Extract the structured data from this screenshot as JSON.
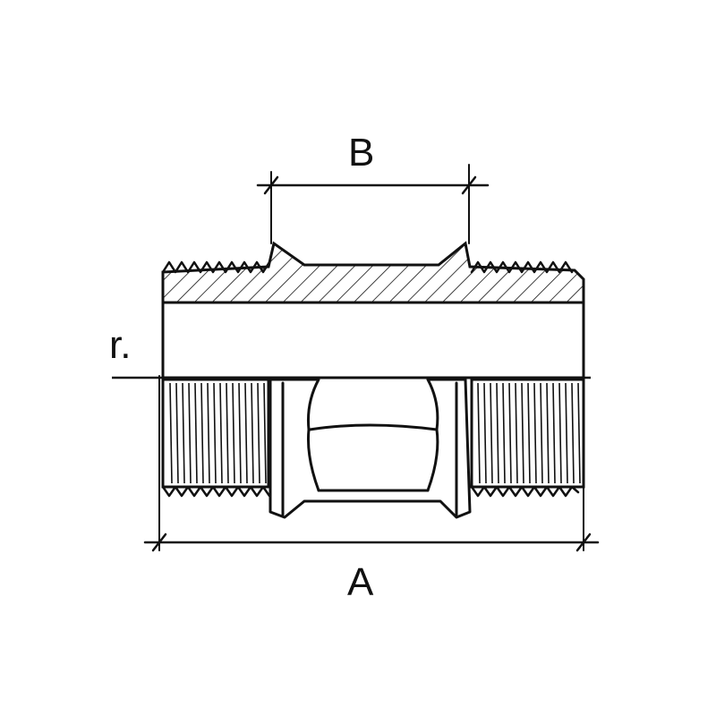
{
  "labels": {
    "dim_b": "B",
    "dim_a": "A",
    "thread": "r."
  },
  "colors": {
    "ink": "#111111",
    "paper": "#ffffff"
  }
}
